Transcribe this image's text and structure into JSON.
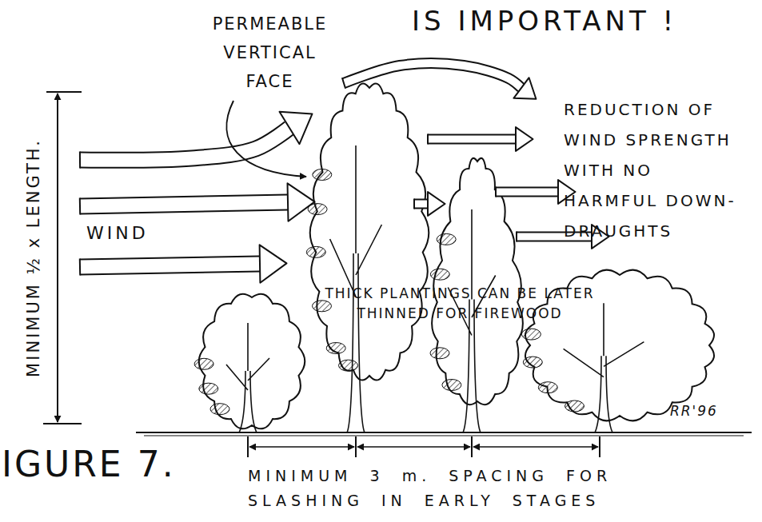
{
  "diagram": {
    "title": "IS IMPORTANT !",
    "caption": "IGURE 7.",
    "labels": [
      "PERMEABLE VERTICAL FACE",
      "WIND",
      "MINIMUM ½ x LENGTH.",
      "REDUCTION OF WIND SPRENGTH WITH NO HARMFUL DOWN-DRAUGHTS",
      "THICK PLANTINGS CAN BE LATER THINNED FOR FIREWOOD",
      "MINIMUM 3 m. SPACING FOR SLASHING IN EARLY STAGES",
      "RR'96"
    ]
  }
}
